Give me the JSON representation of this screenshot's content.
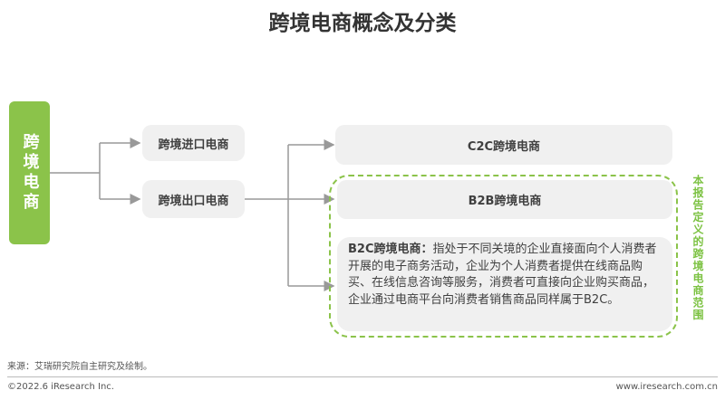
{
  "title": "跨境电商概念及分类",
  "root": "跨境电商",
  "import": "跨境进口电商",
  "export": "跨境出口电商",
  "c2c": "C2C跨境电商",
  "b2b": "B2B跨境电商",
  "b2c": {
    "label": "B2C跨境电商：",
    "text": "指处于不同关境的企业直接面向个人消费者开展的电子商务活动，企业为个人消费者提供在线商品购买、在线信息咨询等服务，消费者可直接向企业购买商品，企业通过电商平台向消费者销售商品同样属于B2C。"
  },
  "scope_label": "本报告定义的跨境电商范围",
  "source": "来源：艾瑞研究院自主研究及绘制。",
  "copyright": "©2022.6 iResearch Inc.",
  "url": "www.iresearch.com.cn",
  "colors": {
    "green": "#8bc34a",
    "box": "#f0f0f0",
    "line": "#999999"
  }
}
